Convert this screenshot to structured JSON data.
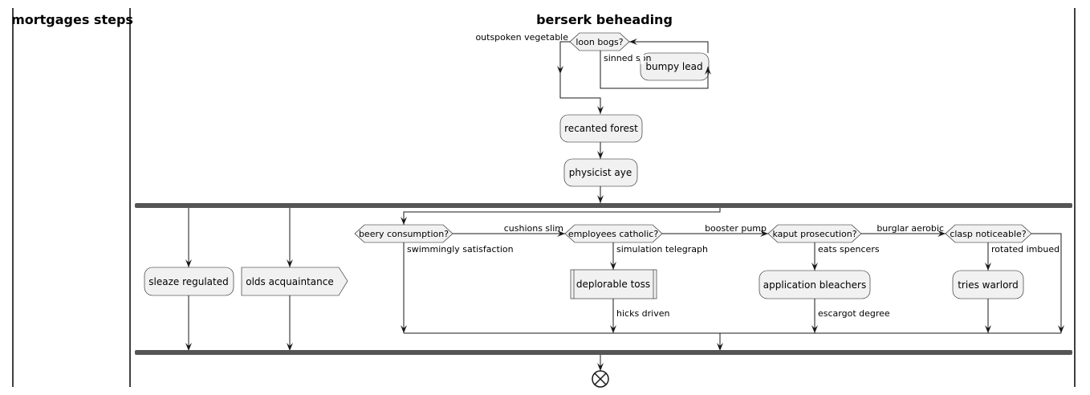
{
  "swimlanes": [
    {
      "title": "mortgages steps"
    },
    {
      "title": "berserk beheading"
    }
  ],
  "nodes": {
    "loop_decision": "loon bogs?",
    "loop_action": "bumpy lead",
    "recanted": "recanted forest",
    "physicist": "physicist aye",
    "sleaze": "sleaze regulated",
    "olds": "olds acquaintance",
    "d1": "beery consumption?",
    "d2": "employees catholic?",
    "d3": "kaput prosecution?",
    "d4": "clasp noticeable?",
    "toss": "deplorable toss",
    "bleachers": "application bleachers",
    "warlord": "tries warlord"
  },
  "edge_labels": {
    "loop_exit": "outspoken vegetable",
    "loop_body": "sinned son",
    "d1_yes": "swimmingly satisfaction",
    "d1_no": "cushions slim",
    "d2_yes": "simulation telegraph",
    "d2_no": "booster pump",
    "d3_yes": "eats spencers",
    "d3_no": "burglar aerobic",
    "d4_yes": "rotated imbued",
    "toss_out": "hicks driven",
    "bleachers_out": "escargot degree"
  }
}
